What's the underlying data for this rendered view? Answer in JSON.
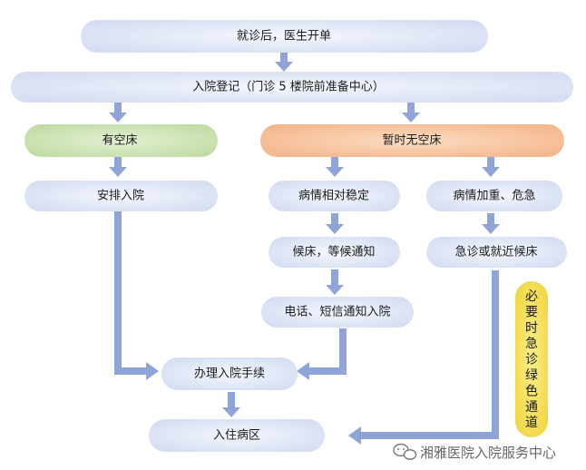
{
  "diagram": {
    "nodes": {
      "start": "就诊后，医生开单",
      "register": "入院登记（门诊 5 楼院前准备中心）",
      "has_bed": "有空床",
      "no_bed": "暂时无空床",
      "arrange": "安排入院",
      "stable": "病情相对稳定",
      "urgent": "病情加重、危急",
      "wait": "候床，等候通知",
      "emergency": "急诊或就近候床",
      "notify": "电话、短信通知入院",
      "procedures": "办理入院手续",
      "ward": "入住病区",
      "green_channel": [
        "必",
        "要",
        "时",
        "急",
        "诊",
        "绿",
        "色",
        "通",
        "道"
      ]
    },
    "colors": {
      "node_fill": "#dfe6f5",
      "has_bed_fill": "#cde2b3",
      "no_bed_fill": "#f8c9a3",
      "green_channel_fill": "#f5e25a",
      "arrow": "#8fa4d8"
    }
  },
  "watermark": {
    "text": "湘雅医院入院服务中心"
  }
}
